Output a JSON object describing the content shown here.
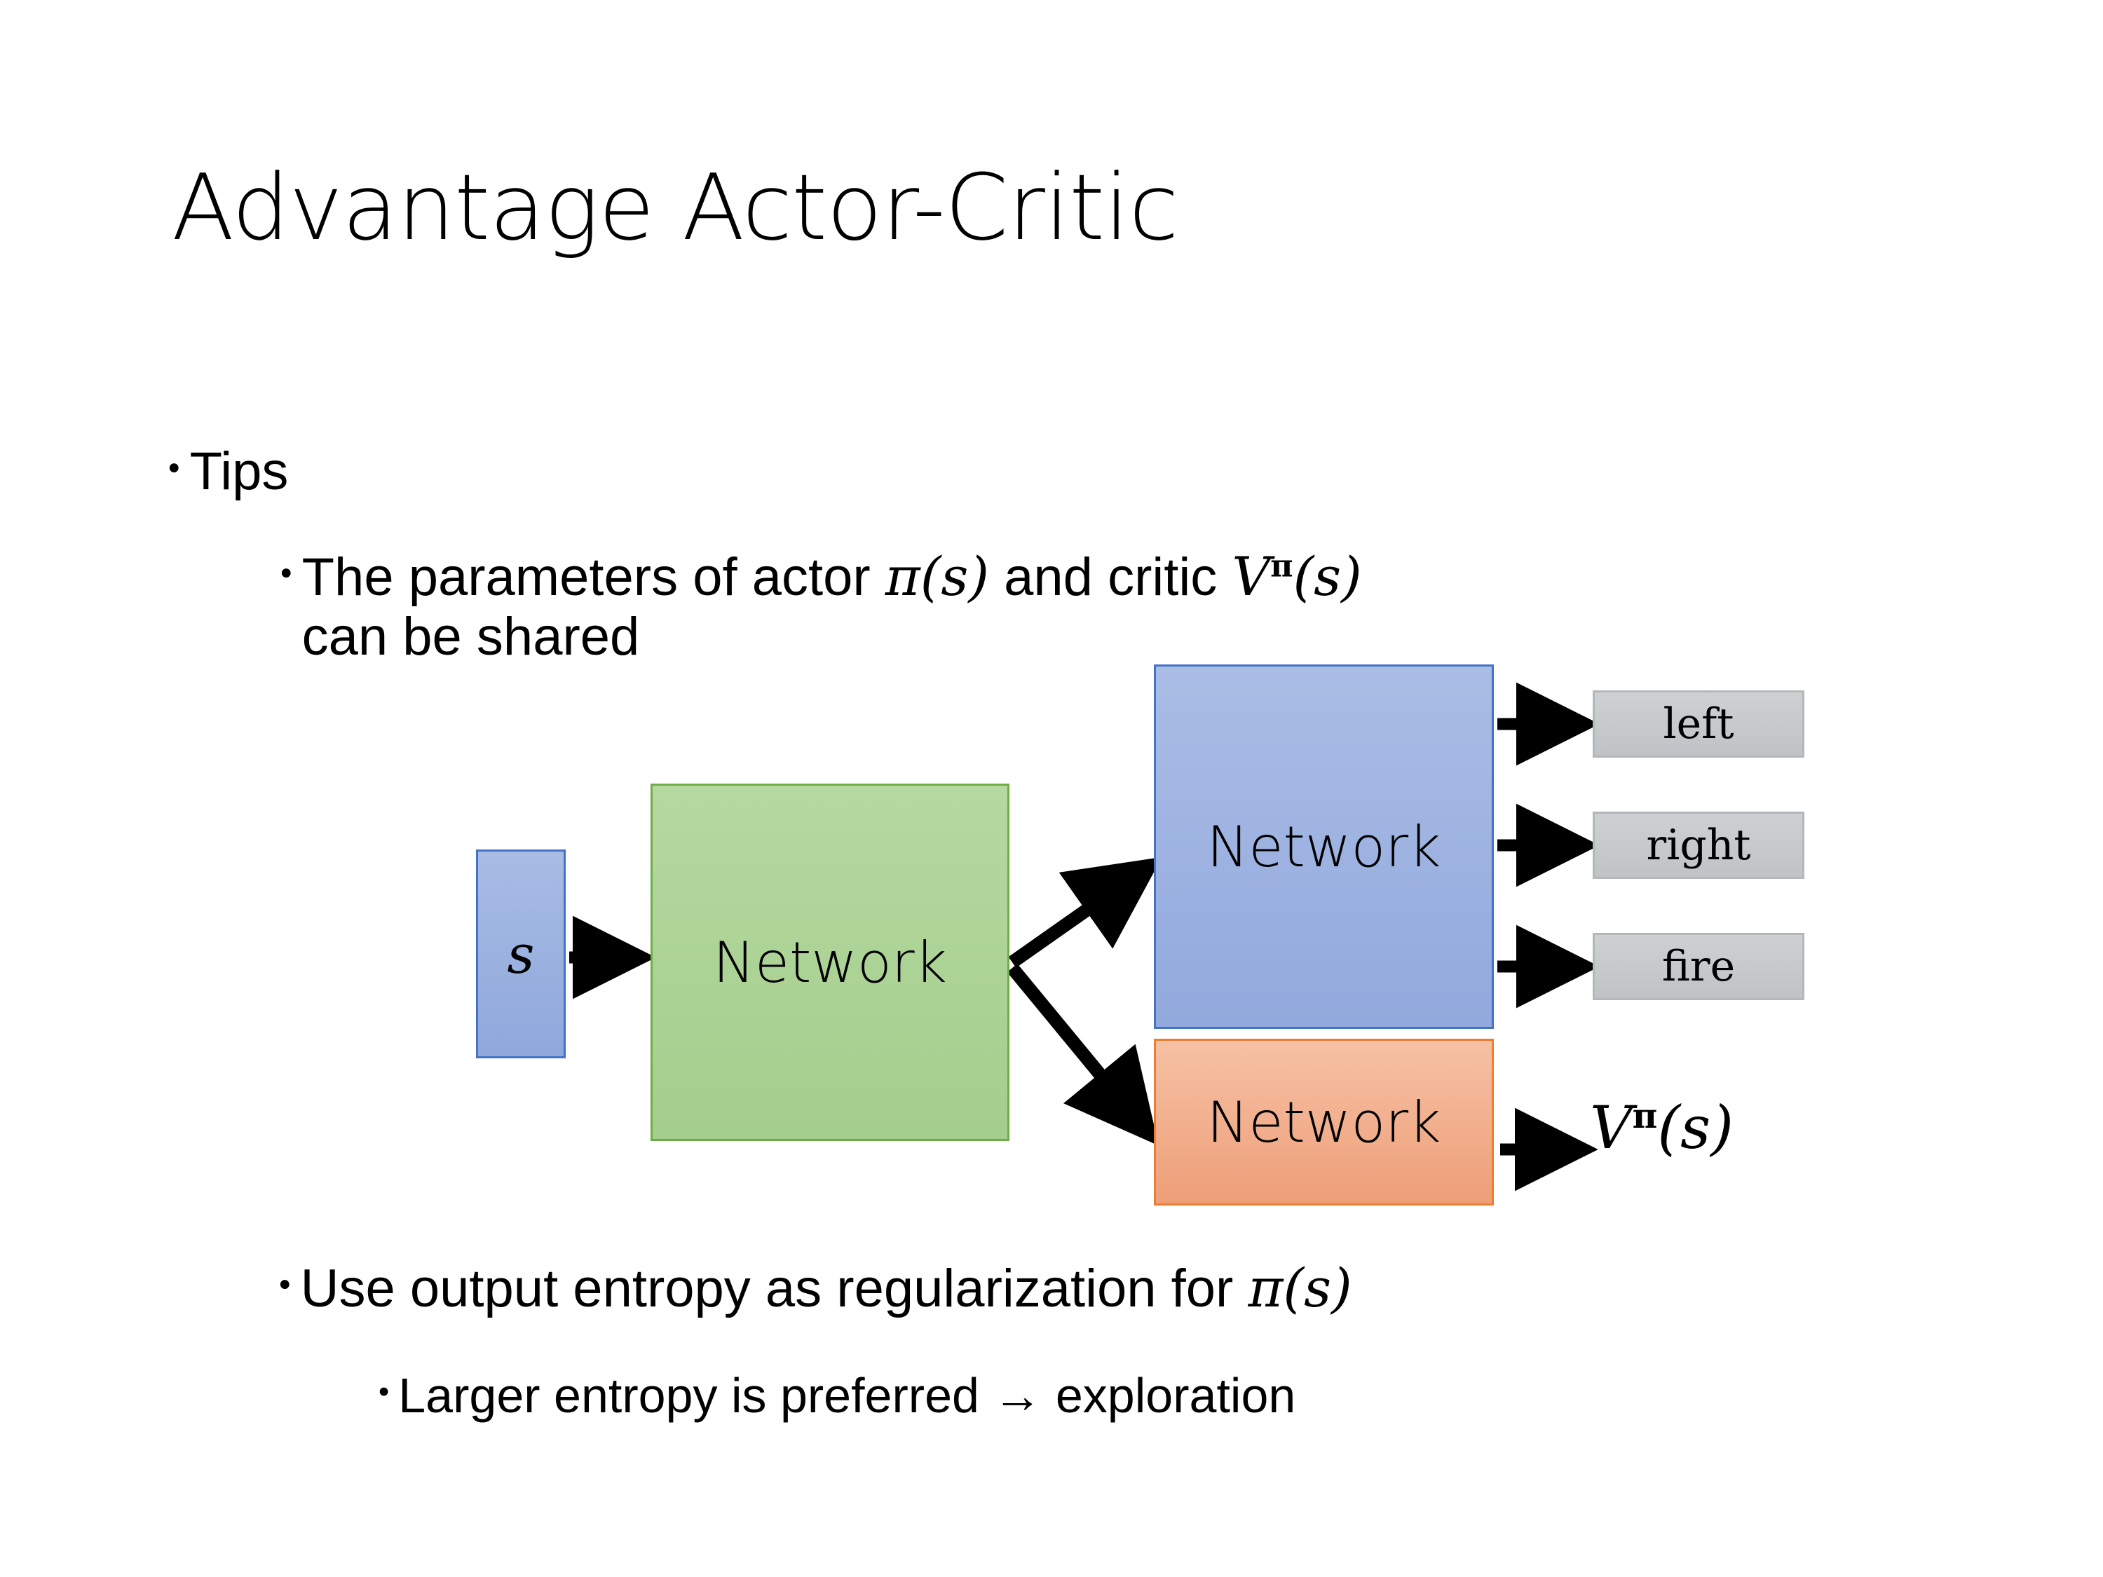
{
  "slide": {
    "title": "Advantage Actor-Critic",
    "bullets": [
      {
        "level": 1,
        "marker": "•",
        "text": "Tips"
      },
      {
        "level": 2,
        "marker": "•",
        "text_parts": {
          "lead": "The parameters of actor ",
          "math1": "π(s)",
          "mid": "  and critic ",
          "math2_base": "V",
          "math2_sup": "π",
          "math2_arg": "(s)",
          "line2": "can be shared"
        },
        "plain": "The parameters of actor π(s)  and critic Vπ(s) can be shared"
      },
      {
        "level": 2,
        "marker": "•",
        "text_parts": {
          "lead": "Use output entropy as regularization for ",
          "math1": "π(s)"
        },
        "plain": "Use output entropy as regularization for π(s)"
      },
      {
        "level": 3,
        "marker": "•",
        "text": "Larger entropy is preferred → exploration"
      }
    ]
  },
  "diagram": {
    "input_box": {
      "label": "s",
      "fill": "#9DB3DF",
      "border": "#4472C4"
    },
    "shared_network": {
      "label": "Network",
      "fill": "#A9D08E",
      "border": "#70AD47"
    },
    "actor_network": {
      "label": "Network",
      "fill": "#9DB3DF",
      "border": "#4472C4"
    },
    "critic_network": {
      "label": "Network",
      "fill": "#F4B183",
      "border": "#ED7D31"
    },
    "action_outputs": [
      {
        "label": "left",
        "fill": "#C4C8CA",
        "border": "#B3B7BA"
      },
      {
        "label": "right",
        "fill": "#C4C8CA",
        "border": "#B3B7BA"
      },
      {
        "label": "fire",
        "fill": "#C4C8CA",
        "border": "#B3B7BA"
      }
    ],
    "value_output": {
      "base": "V",
      "sup": "π",
      "arg": "(s)"
    },
    "arrows": [
      {
        "name": "state-to-shared",
        "from": "input_box",
        "to": "shared_network"
      },
      {
        "name": "shared-to-actor",
        "from": "shared_network",
        "to": "actor_network"
      },
      {
        "name": "shared-to-critic",
        "from": "shared_network",
        "to": "critic_network"
      },
      {
        "name": "actor-to-left",
        "from": "actor_network",
        "to": "left"
      },
      {
        "name": "actor-to-right",
        "from": "actor_network",
        "to": "right"
      },
      {
        "name": "actor-to-fire",
        "from": "actor_network",
        "to": "fire"
      },
      {
        "name": "critic-to-value",
        "from": "critic_network",
        "to": "value_output"
      }
    ],
    "arrow_color": "#000000"
  }
}
